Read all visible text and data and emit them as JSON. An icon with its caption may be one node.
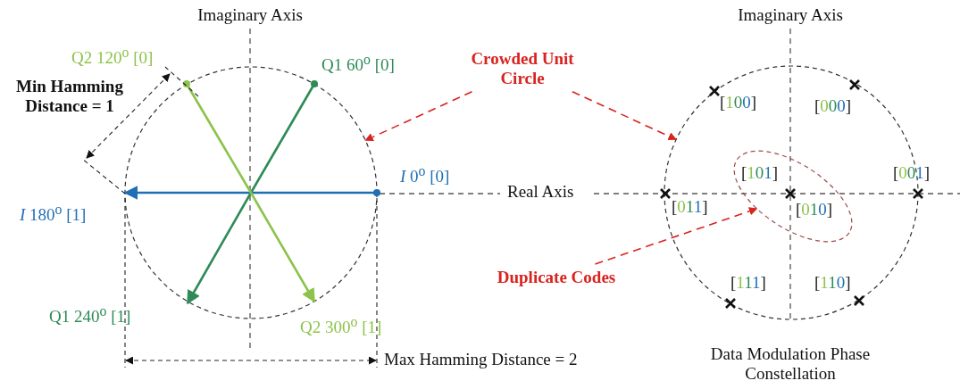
{
  "diagram": {
    "nodes": [
      {
        "text": [
          "Crowded Unit Circle"
        ]
      },
      {
        "text": [],
        "shape": "circle"
      },
      {
        "text": [],
        "shape": "circle"
      },
      {
        "text": [
          "Duplicate Codes"
        ]
      },
      {
        "text": [],
        "shape": "ellipse",
        "in": 2
      }
    ],
    "edges": [
      {
        "from": 0,
        "to": 1,
        "arrow": "to",
        "style": "dashed"
      },
      {
        "from": 0,
        "to": 2,
        "arrow": "to",
        "style": "dashed"
      },
      {
        "from": 3,
        "to": 4,
        "arrow": "to",
        "style": "dashed"
      }
    ],
    "labels": [
      "Imaginary Axis",
      "Q2 120$^{o}$ [0]",
      "Q1 60$^{o}$ [0]",
      "Min Hamming Distance = 1",
      "*I* 0$^{o}$ [0]",
      "*I* 180$^{o}$ [1]",
      "Q1 240$^{o}$ [1]",
      "Q2 300$^{o}$ [1]",
      "Max Hamming Distance = 2",
      "Imaginary Axis",
      "[100]",
      "[000]",
      "[101]",
      "[001]",
      "Real Axis",
      "[011]",
      "[010]",
      "[111]",
      "[110]",
      "Data Modulation Phase Constellation"
    ]
  }
}
